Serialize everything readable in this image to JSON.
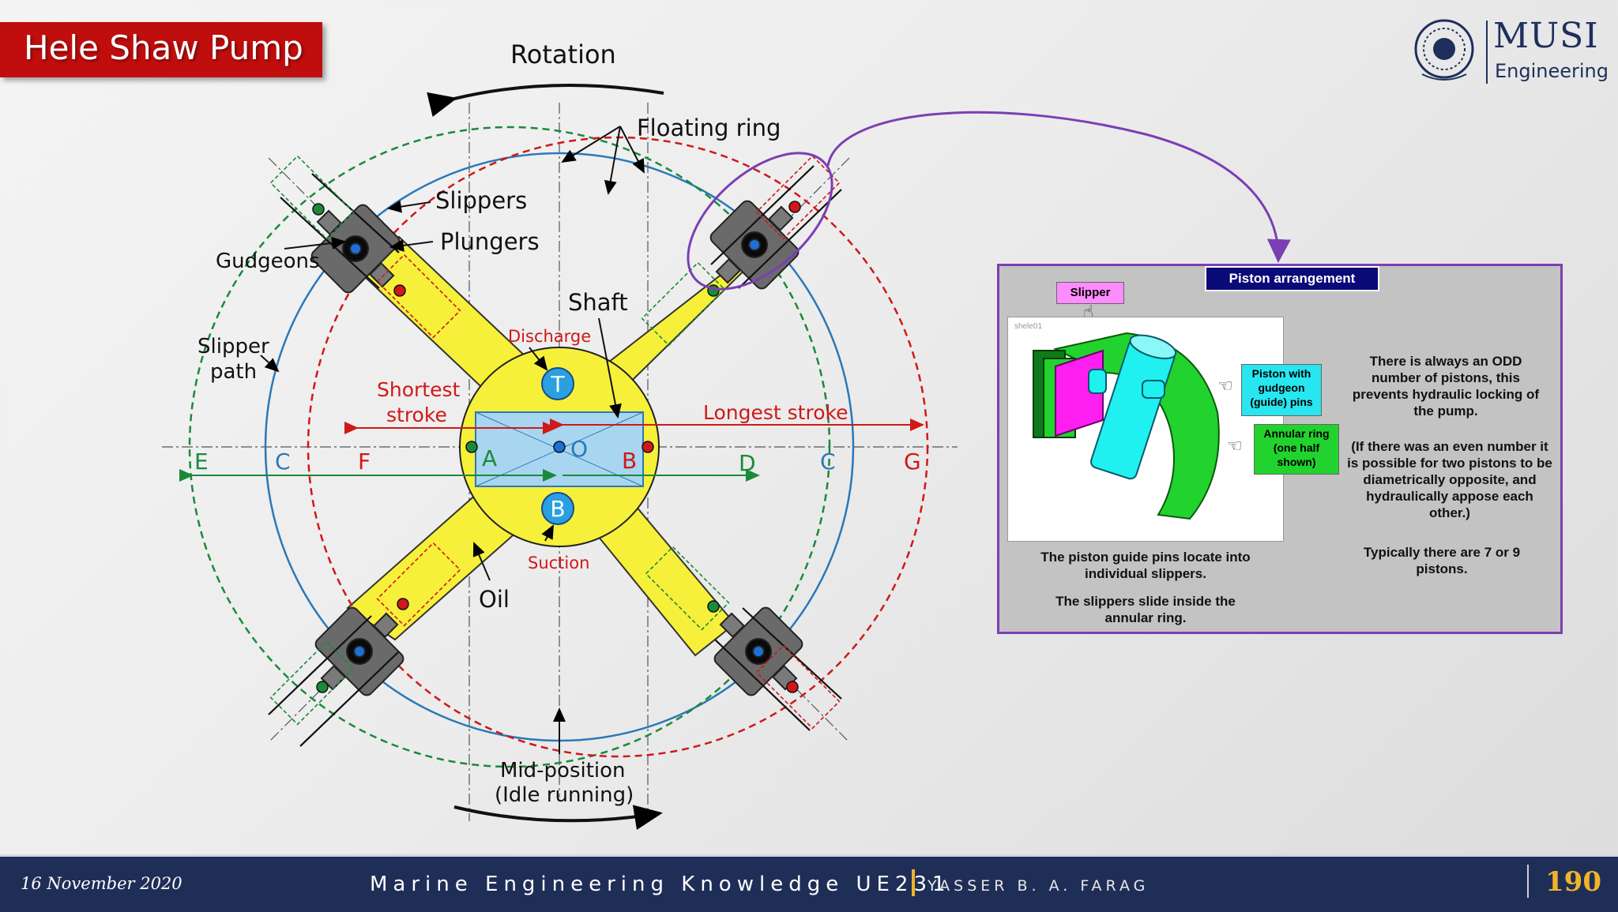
{
  "slide": {
    "title": "Hele Shaw Pump",
    "page_number": "190"
  },
  "logo": {
    "name": "MUSI",
    "sub": "Engineering"
  },
  "footer": {
    "date": "16 November 2020",
    "course": "Marine Engineering Knowledge UE231",
    "author": "YASSER B. A. FARAG"
  },
  "diagram": {
    "labels": {
      "rotation": "Rotation",
      "floating_ring": "Floating ring",
      "slippers": "Slippers",
      "plungers": "Plungers",
      "gudgeons": "Gudgeons",
      "slipper_path_1": "Slipper",
      "slipper_path_2": "path",
      "shaft": "Shaft",
      "discharge": "Discharge",
      "suction": "Suction",
      "shortest_stroke_1": "Shortest",
      "shortest_stroke_2": "stroke",
      "longest_stroke": "Longest stroke",
      "oil": "Oil",
      "mid_position_1": "Mid-position",
      "mid_position_2": "(Idle running)",
      "port_t": "T",
      "port_b": "B",
      "point_a": "A",
      "point_b": "B",
      "point_o": "O",
      "axis_e": "E",
      "axis_c_left": "C",
      "axis_f": "F",
      "axis_d": "D",
      "axis_c_right": "C",
      "axis_g": "G"
    },
    "colors": {
      "yellow": "#f7f03a",
      "blue_circle": "#2a78b8",
      "green_path": "#1a8a3a",
      "red_path": "#d01818",
      "port_blue": "#2aa0e0",
      "purple": "#7b3fb3"
    }
  },
  "panel": {
    "header": "Piston arrangement",
    "slipper_tag": "Slipper",
    "image_caption": "shele01",
    "piston_tag": "Piston with gudgeon (guide) pins",
    "ring_tag": "Annular ring (one half shown)",
    "text_odd": "There is always an ODD number of pistons, this prevents hydraulic locking of the pump.",
    "text_even": "(If there was an even number it is possible for two pistons to be diametrically opposite, and hydraulically appose each other.)",
    "text_typical": "Typically there are 7 or 9 pistons.",
    "text_guide": "The piston guide pins locate into individual slippers.",
    "text_slide": "The slippers slide inside the annular ring."
  }
}
